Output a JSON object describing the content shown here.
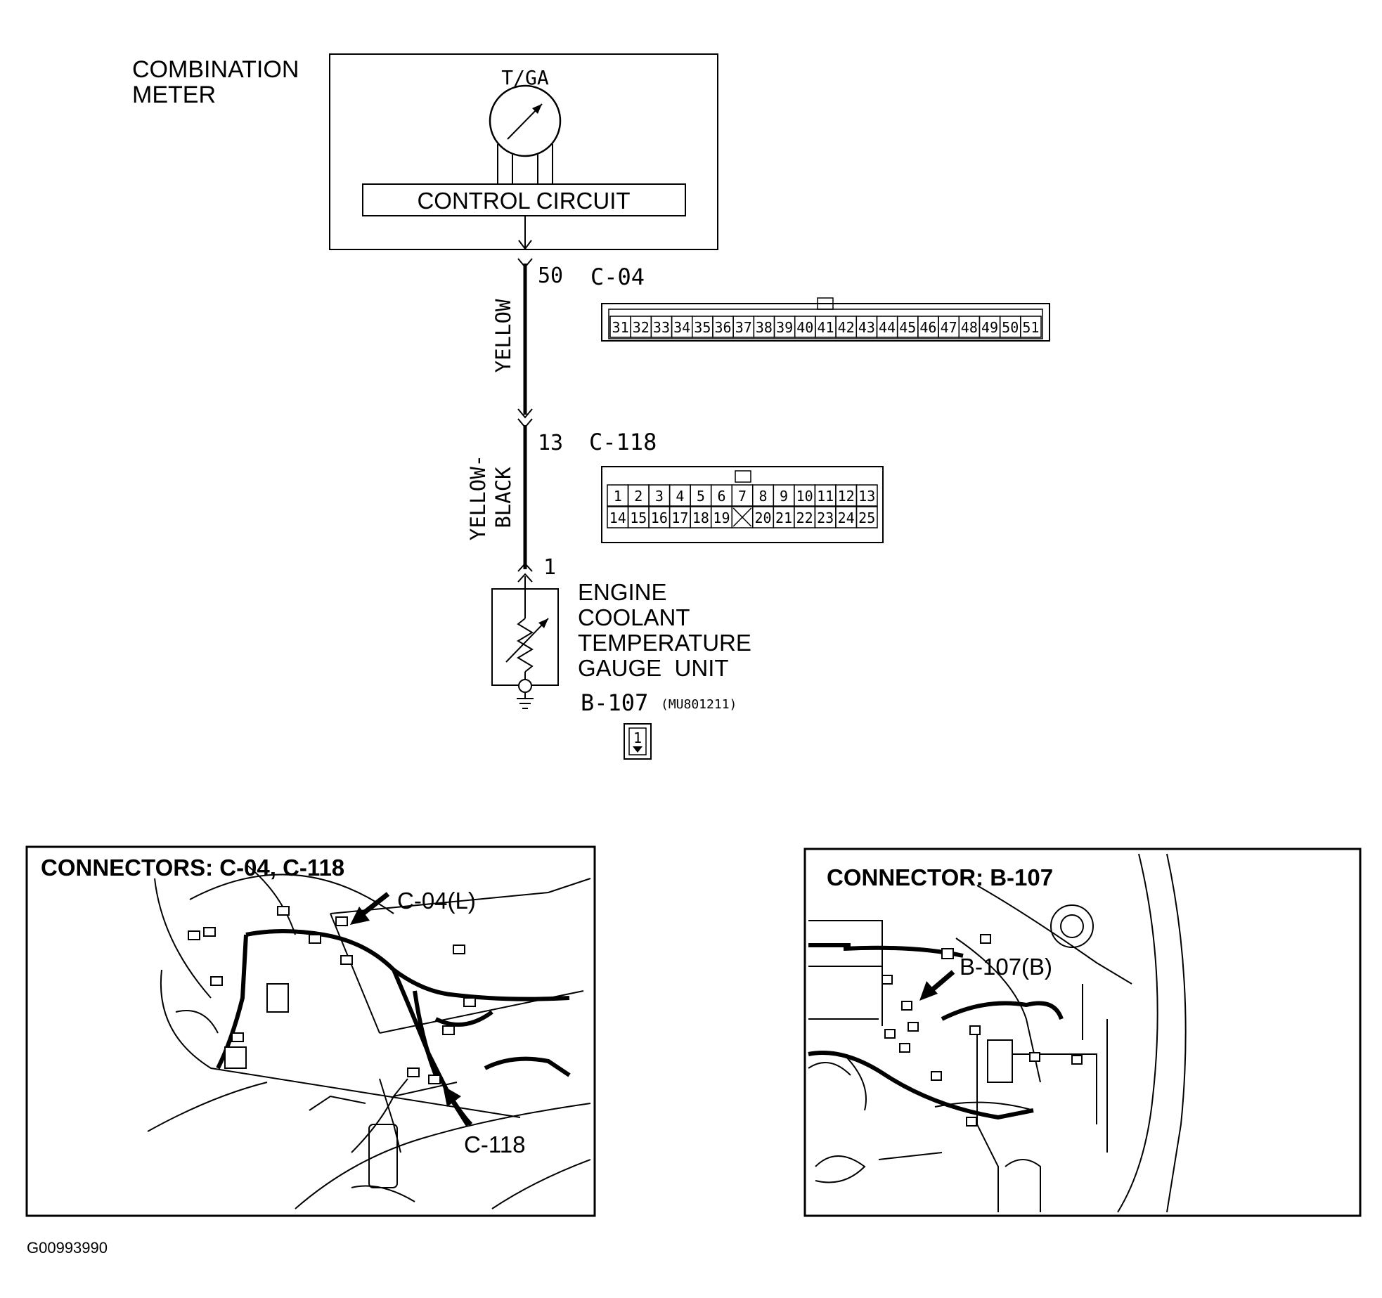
{
  "meter": {
    "label_line1": "COMBINATION",
    "label_line2": "METER",
    "gauge_label": "T/GA",
    "control_circuit": "CONTROL CIRCUIT"
  },
  "wires": {
    "upper_color": "YELLOW",
    "lower_color_line1": "YELLOW-",
    "lower_color_line2": "BLACK"
  },
  "pins": {
    "c04_pin": "50",
    "c118_pin": "13",
    "sensor_pin": "1"
  },
  "connector_c04": {
    "name": "C-04",
    "pins": [
      "31",
      "32",
      "33",
      "34",
      "35",
      "36",
      "37",
      "38",
      "39",
      "40",
      "41",
      "42",
      "43",
      "44",
      "45",
      "46",
      "47",
      "48",
      "49",
      "50",
      "51"
    ]
  },
  "connector_c118": {
    "name": "C-118",
    "row1": [
      "1",
      "2",
      "3",
      "4",
      "5",
      "6",
      "7",
      "8",
      "9",
      "10",
      "11",
      "12",
      "13"
    ],
    "row2": [
      "14",
      "15",
      "16",
      "17",
      "18",
      "19",
      "",
      "20",
      "21",
      "22",
      "23",
      "24",
      "25"
    ]
  },
  "sensor": {
    "line1": "ENGINE",
    "line2": "COOLANT",
    "line3": "TEMPERATURE",
    "line4": "GAUGE  UNIT",
    "connector_name": "B-107",
    "part_number": "(MU801211)",
    "connector_pin": "1"
  },
  "inset_left": {
    "title": "CONNECTORS: C-04, C-118",
    "callout_c04": "C-04(L)",
    "callout_c118": "C-118"
  },
  "inset_right": {
    "title": "CONNECTOR: B-107",
    "callout_b107": "B-107(B)"
  },
  "figure_id": "G00993990"
}
